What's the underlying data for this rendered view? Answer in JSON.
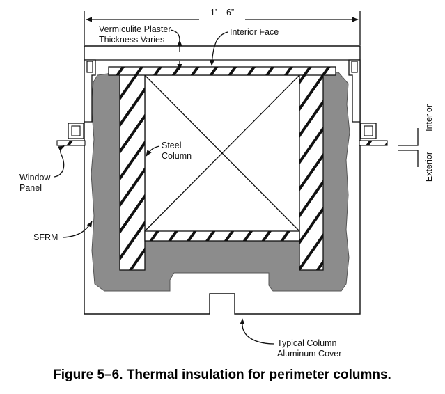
{
  "dimension": "1’ – 6”",
  "labels": {
    "vermiculite_line1": "Vermiculite Plaster",
    "vermiculite_line2": "Thickness Varies",
    "interior_face": "Interior Face",
    "steel_line1": "Steel",
    "steel_line2": "Column",
    "window_line1": "Window",
    "window_line2": "Panel",
    "sfrm": "SFRM",
    "cover_line1": "Typical Column",
    "cover_line2": "Aluminum Cover",
    "interior": "Interior",
    "exterior": "Exterior"
  },
  "caption": "Figure 5–6.  Thermal insulation for perimeter columns.",
  "colors": {
    "sfrm_fill": "#8c8c8c",
    "steel_fill": "#ffffff",
    "line": "#111111",
    "background": "#ffffff"
  }
}
